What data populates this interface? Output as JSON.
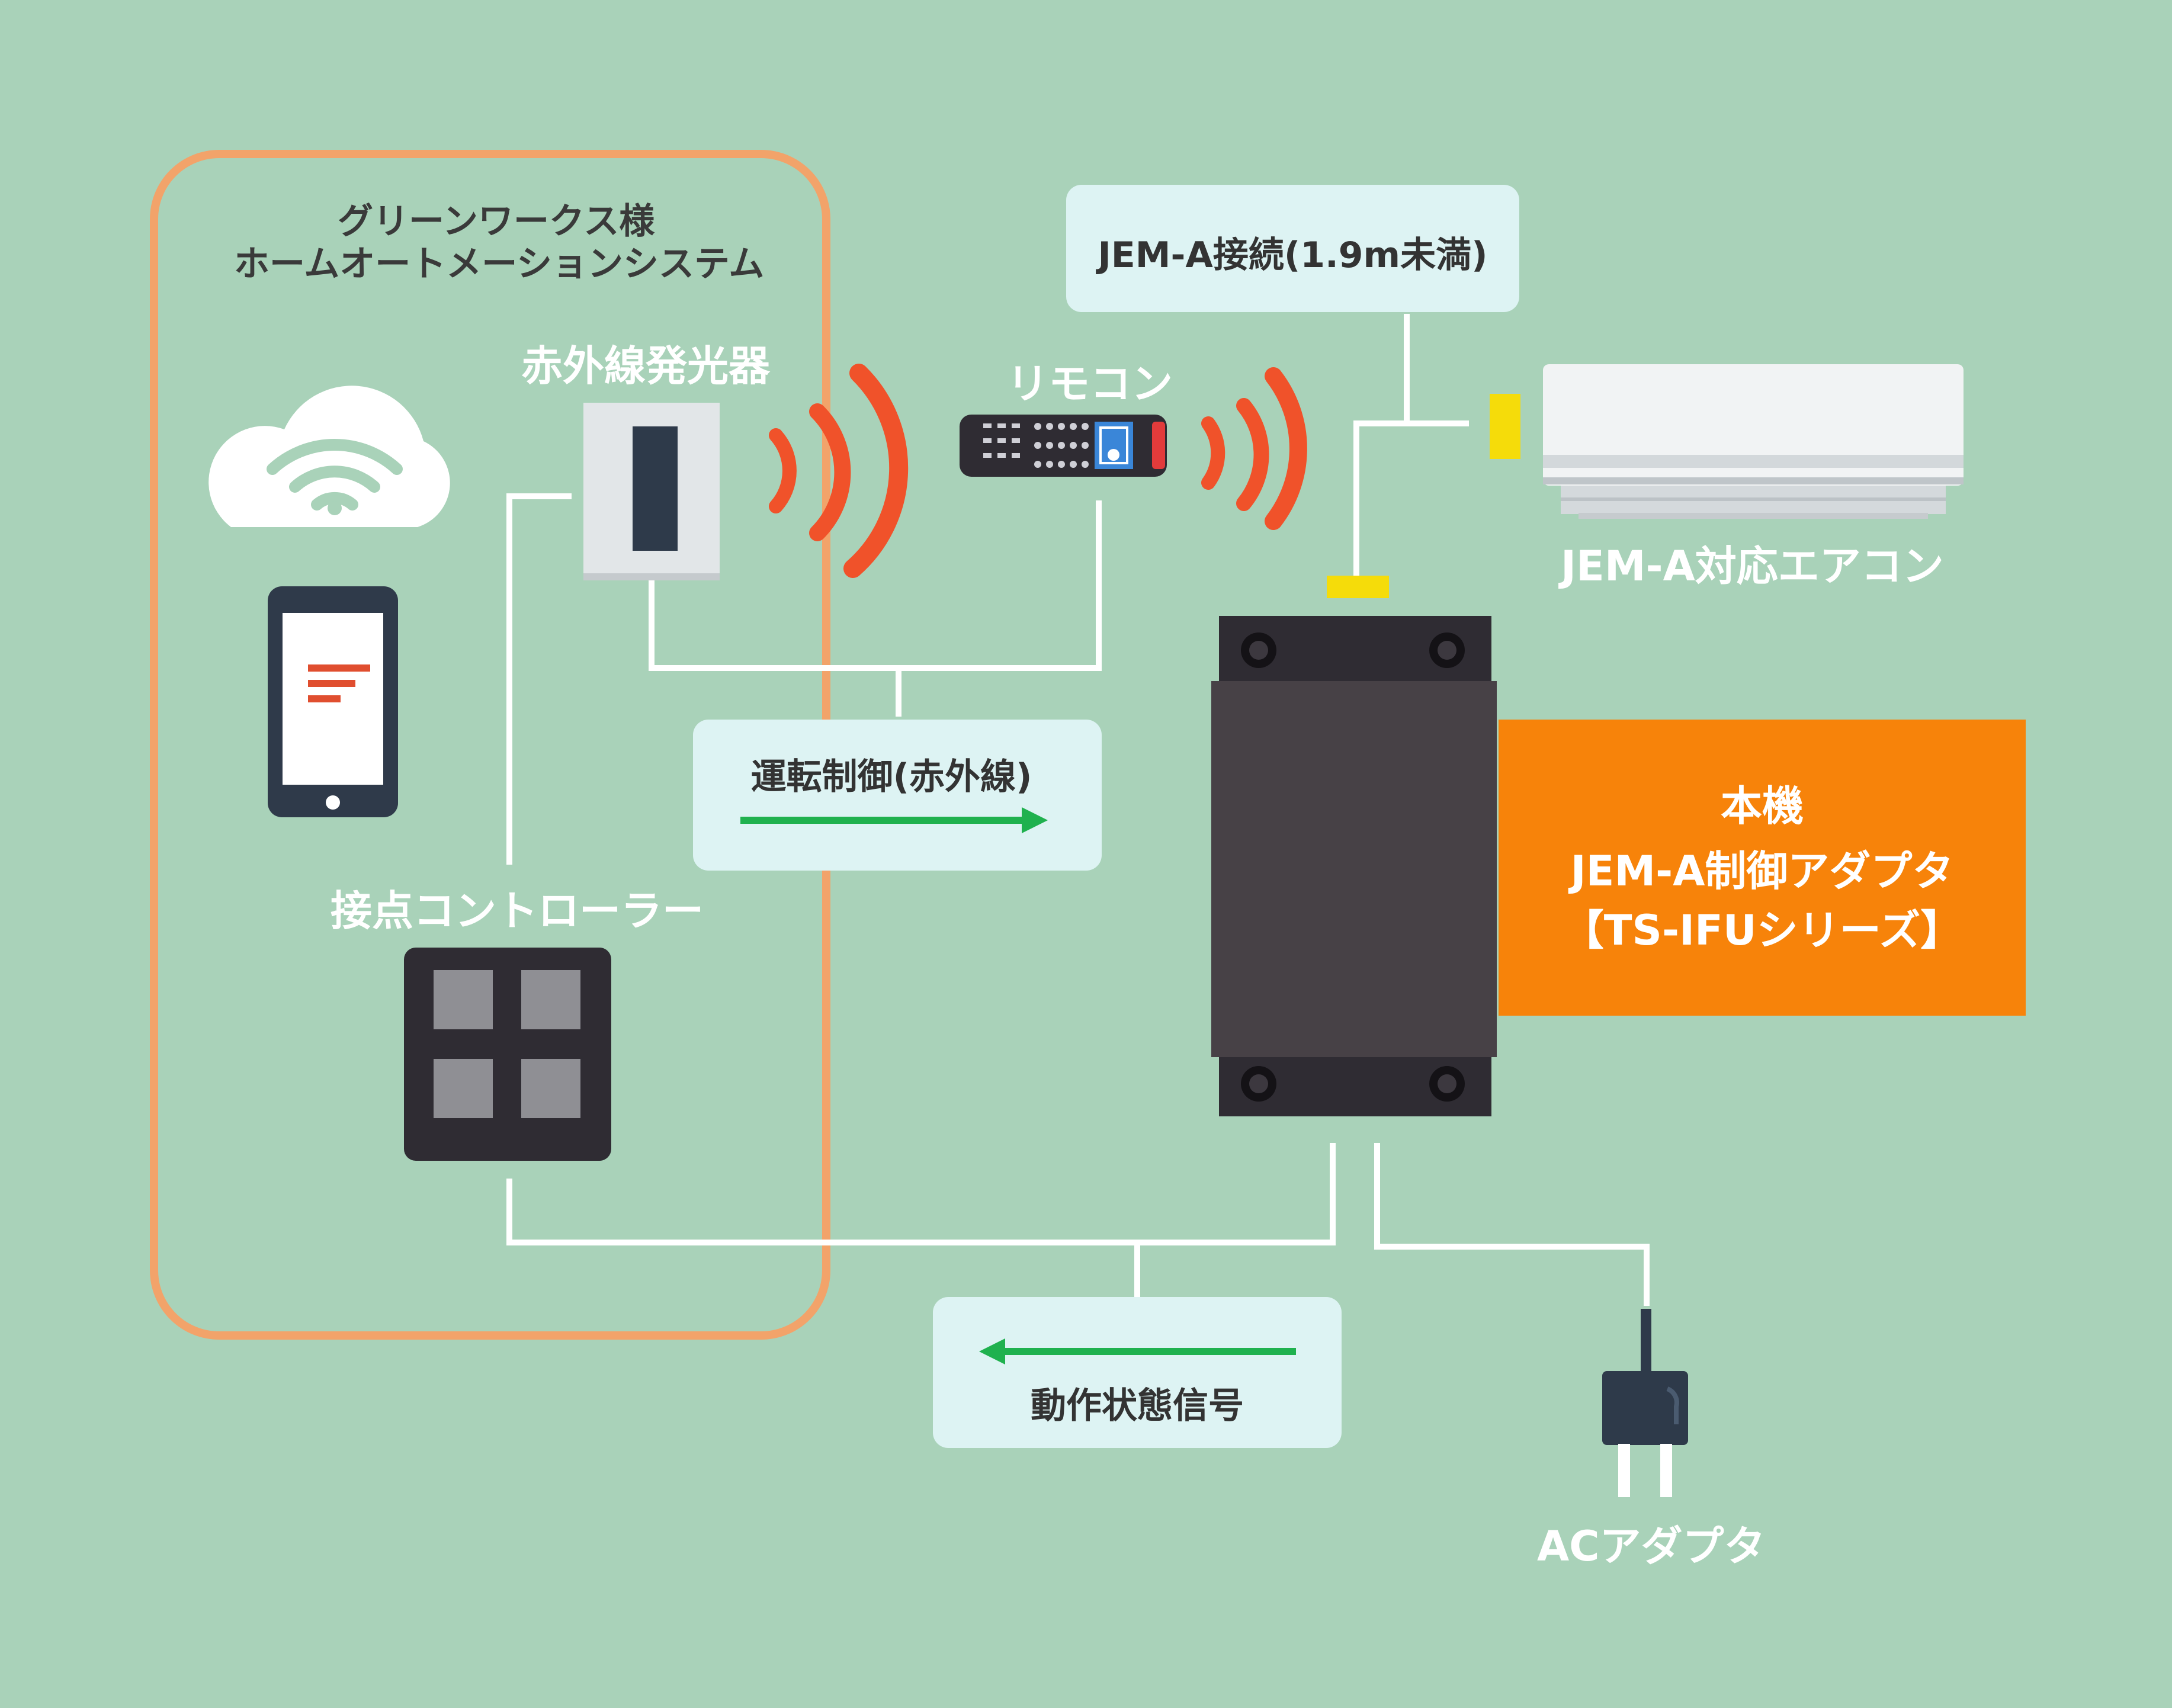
{
  "labels": {
    "system_title_line1": "グリーンワークス様",
    "system_title_line2": "ホームオートメーションシステム",
    "ir_emitter": "赤外線発光器",
    "remote": "リモコン",
    "contact_controller": "接点コントローラー",
    "aircon": "JEM-A対応エアコン",
    "ac_adapter": "ACアダプタ"
  },
  "boxes": {
    "jem_connection": "JEM-A接続(1.9m未満)",
    "ir_control": "運転制御(赤外線)",
    "status_signal": "動作状態信号"
  },
  "main_device": {
    "line1": "本機",
    "line2": "JEM-A制御アダプタ",
    "line3": "【TS-IFUシリーズ】"
  },
  "colors": {
    "background": "#a9d2b9",
    "system_border": "#f2a36a",
    "connector_line": "#ffffff",
    "ir_wave": "#f0522a",
    "flow_arrow": "#1fb14e",
    "label_box": "#ddf3f3",
    "main_device_panel": "#f7830a",
    "device_body": "#474146",
    "connector_yellow": "#f5dc0a"
  },
  "icons": {
    "cloud": "wifi-cloud-icon",
    "phone": "smartphone-icon",
    "ir": "ir-emitter-icon",
    "remote": "remote-control-icon",
    "controller": "contact-controller-icon",
    "aircon": "air-conditioner-icon",
    "device": "adapter-device-icon",
    "plug": "ac-plug-icon"
  }
}
